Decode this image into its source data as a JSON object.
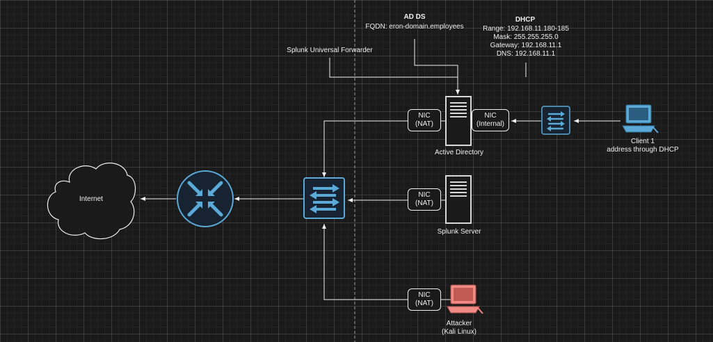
{
  "ad_ds": {
    "title": "AD DS",
    "fqdn": "FQDN: eron-domain.employees"
  },
  "dhcp": {
    "title": "DHCP",
    "lines": [
      "Range: 192.168.11.180-185",
      "Mask: 255.255.255.0",
      "Gateway: 192.168.11.1",
      "DNS: 192.168.11.1"
    ]
  },
  "forwarder": {
    "label": "Splunk Universal Forwarder"
  },
  "nodes": {
    "active_directory": "Active Directory",
    "client": [
      "Client 1",
      "address through DHCP"
    ],
    "internet": "Internet",
    "splunk_server": "Splunk Server",
    "attacker": [
      "Attacker",
      "(Kali Linux)"
    ]
  },
  "nics": {
    "ad_nat": [
      "NIC",
      "(NAT)"
    ],
    "ad_internal": [
      "NIC",
      "(Internal)"
    ],
    "splunk_nat": [
      "NIC",
      "(NAT)"
    ],
    "attacker_nat": [
      "NIC",
      "(NAT)"
    ]
  },
  "colors": {
    "background": "#1a1a1a",
    "line": "#f0f0f0",
    "device_blue": "#5aa9d6",
    "attacker_red": "#f08a84",
    "server_gray": "#cccccc"
  },
  "icons": {
    "router": "router-icon",
    "switch": "switch-icon",
    "cloud": "cloud-icon",
    "server": "server-icon",
    "workstation": "workstation-icon"
  }
}
